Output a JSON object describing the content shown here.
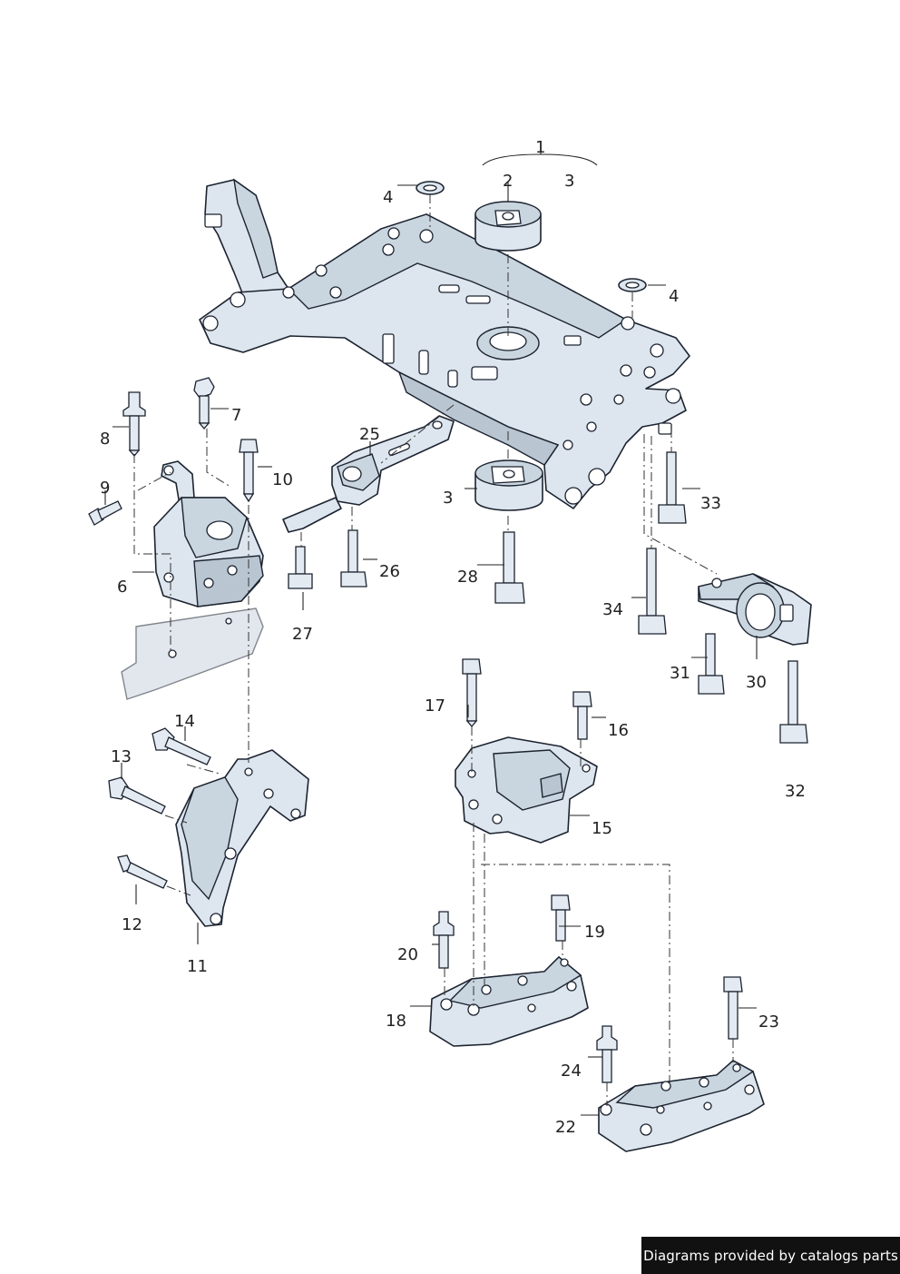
{
  "labels": {
    "l1": "1",
    "l2": "2",
    "l3a": "3",
    "l3b": "3",
    "l4a": "4",
    "l4b": "4",
    "l6": "6",
    "l7": "7",
    "l8": "8",
    "l9": "9",
    "l10": "10",
    "l11": "11",
    "l12": "12",
    "l13": "13",
    "l14": "14",
    "l15": "15",
    "l16": "16",
    "l17": "17",
    "l18": "18",
    "l19": "19",
    "l20": "20",
    "l22": "22",
    "l23": "23",
    "l24": "24",
    "l25": "25",
    "l26": "26",
    "l27": "27",
    "l28": "28",
    "l30": "30",
    "l31": "31",
    "l32": "32",
    "l33": "33",
    "l34": "34"
  },
  "credit": "Diagrams provided by catalogs parts",
  "colors": {
    "part_fill": "#dde6ee",
    "outline": "#1c2330",
    "credit_bg": "#111111",
    "credit_text": "#ffffff"
  }
}
